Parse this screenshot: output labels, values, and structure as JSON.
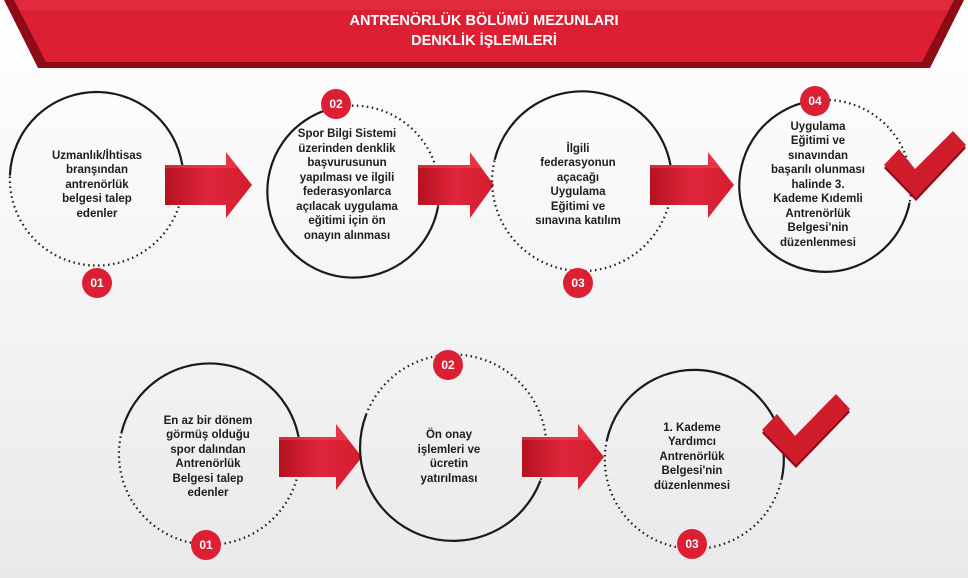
{
  "header": {
    "title_line1": "ANTRENÖRLÜK BÖLÜMÜ MEZUNLARI",
    "title_line2": "DENKLİK İŞLEMLERİ"
  },
  "colors": {
    "accent": "#dc1f33",
    "accent_dark": "#b5121f",
    "banner_shadow": "#8e0a16",
    "ring": "#1a1a1a",
    "check": "#d01d2c",
    "text": "#1d1d1d"
  },
  "flow_top": {
    "steps": [
      {
        "number": "01",
        "text": "Uzmanlık/İhtisas\nbranşından\nantrenörlük\nbelgesi talep\nedenler"
      },
      {
        "number": "02",
        "text": "Spor Bilgi Sistemi\nüzerinden denklik\nbaşvurusunun\nyapılması ve ilgili\nfederasyonlarca\naçılacak uygulama\neğitimi için ön\nonayın alınması"
      },
      {
        "number": "03",
        "text": "İlgili\nfederasyonun\naçacağı\nUygulama\nEğitimi ve\nsınavına katılım"
      },
      {
        "number": "04",
        "text": "Uygulama\nEğitimi ve\nsınavından\nbaşarılı olunması\nhalinde 3.\nKademe Kıdemli\nAntrenörlük\nBelgesi'nin\ndüzenlenmesi"
      }
    ]
  },
  "flow_bottom": {
    "steps": [
      {
        "number": "01",
        "text": "En az bir dönem\ngörmüş olduğu\nspor dalından\nAntrenörlük\nBelgesi talep\nedenler"
      },
      {
        "number": "02",
        "text": "Ön onay\nişlemleri ve\nücretin\nyatırılması"
      },
      {
        "number": "03",
        "text": "1. Kademe\nYardımcı\nAntrenörlük\nBelgesi'nin\ndüzenlenmesi"
      }
    ]
  },
  "icons": {
    "arrow": "arrow-right-icon",
    "check": "check-mark-icon"
  }
}
